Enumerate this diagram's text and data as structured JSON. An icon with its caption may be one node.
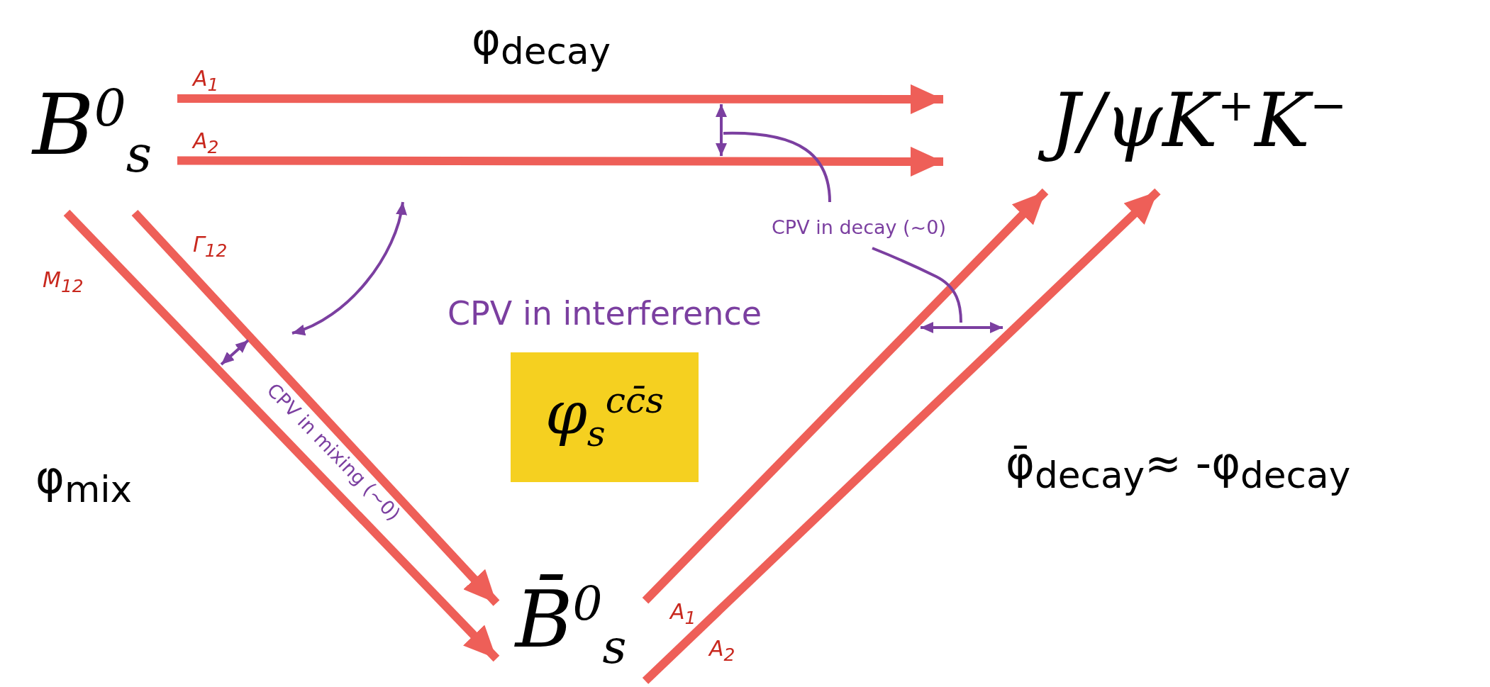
{
  "diagram": {
    "nodes": [
      {
        "text": [
          "B$^{0}$$_{s}$"
        ]
      },
      {
        "text": [
          "J/ψK$^{+}$K$^{−}$"
        ]
      },
      {
        "text": [
          "B̄$^{0}$$_{s}$"
        ]
      },
      {
        "text": [
          "φ$_{s}$$^{cc̄s}$"
        ],
        "beside": [
          "CPV in interference"
        ]
      }
    ],
    "edges": [
      {
        "from": 0,
        "to": 1,
        "arrow": "to",
        "label": "A$_{1}$"
      },
      {
        "from": 0,
        "to": 1,
        "arrow": "to",
        "label": "A$_{2}$"
      },
      {
        "from": 0,
        "to": 2,
        "arrow": "to",
        "label": "M$_{12}$"
      },
      {
        "from": 0,
        "to": 2,
        "arrow": "to",
        "label": "Γ$_{12}$"
      },
      {
        "from": 2,
        "to": 1,
        "arrow": "to",
        "label": "A$_{1}$"
      },
      {
        "from": 2,
        "to": 1,
        "arrow": "to",
        "label": "A$_{2}$"
      }
    ],
    "labels": [
      "φ$_{decay}$",
      "CPV in decay (~0)",
      "φ$_{mix}$",
      "CPV in mixing (~0)",
      "φ̄$_{decay}$≈ -φ$_{decay}$"
    ]
  }
}
